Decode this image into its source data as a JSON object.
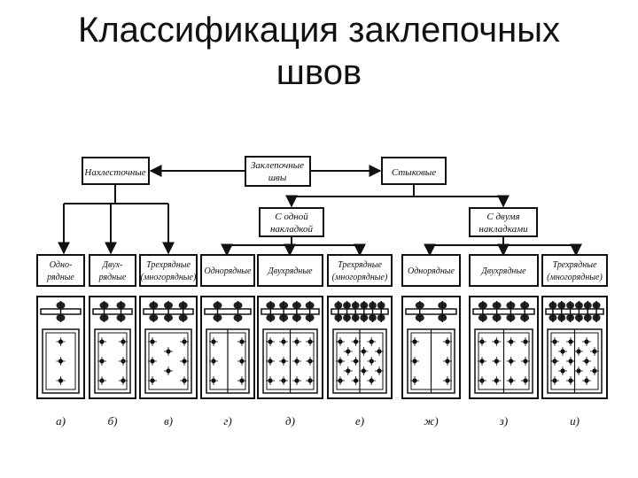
{
  "slide": {
    "title_line1": "Классификация заклепочных",
    "title_line2": "швов"
  },
  "diagram": {
    "root": [
      "Заклепочные",
      "швы"
    ],
    "lap": "Нахлесточные",
    "butt": "Стыковые",
    "one_strap": [
      "С одной",
      "накладкой"
    ],
    "two_straps": [
      "С двумя",
      "накладками"
    ],
    "leaves": [
      {
        "l1": "Одно-",
        "l2": "рядные",
        "caption": "а)",
        "rows": 1
      },
      {
        "l1": "Двух-",
        "l2": "рядные",
        "caption": "б)",
        "rows": 2
      },
      {
        "l1": "Трехрядные",
        "l2": "(многорядные)",
        "caption": "в)",
        "rows": 3
      },
      {
        "l1": "Однорядные",
        "l2": "",
        "caption": "г)",
        "rows": 1
      },
      {
        "l1": "Двухрядные",
        "l2": "",
        "caption": "д)",
        "rows": 2
      },
      {
        "l1": "Трехрядные",
        "l2": "(многорядные)",
        "caption": "е)",
        "rows": 3
      },
      {
        "l1": "Однорядные",
        "l2": "",
        "caption": "ж)",
        "rows": 1
      },
      {
        "l1": "Двухрядные",
        "l2": "",
        "caption": "з)",
        "rows": 2
      },
      {
        "l1": "Трехрядные",
        "l2": "(многорядные)",
        "caption": "и)",
        "rows": 3
      }
    ]
  }
}
